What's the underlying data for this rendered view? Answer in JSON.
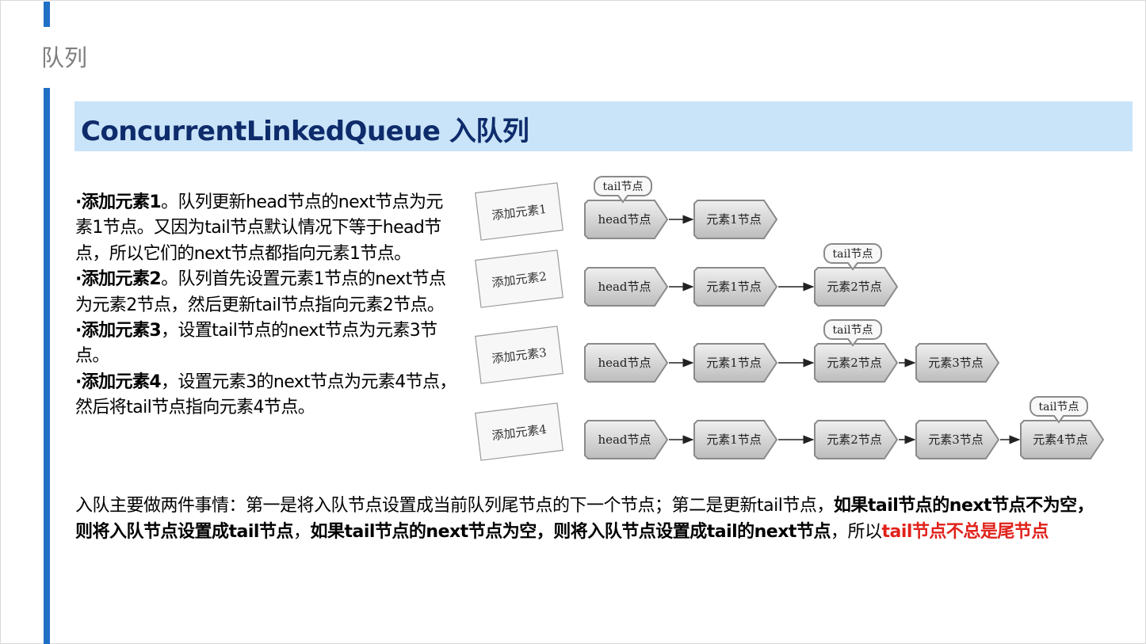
{
  "slide": {
    "section_title": "队列",
    "title": "ConcurrentLinkedQueue 入队列"
  },
  "description": {
    "p1_bold": "·添加元素1",
    "p1_text": "。队列更新head节点的next节点为元素1节点。又因为tail节点默认情况下等于head节点，所以它们的next节点都指向元素1节点。",
    "p2_bold": "·添加元素2",
    "p2_text": "。队列首先设置元素1节点的next节点为元素2节点，然后更新tail节点指向元素2节点。",
    "p3_bold": "·添加元素3",
    "p3_text": "，设置tail节点的next节点为元素3节点。",
    "p4_bold": "·添加元素4",
    "p4_text": "，设置元素3的next节点为元素4节点，然后将tail节点指向元素4节点。"
  },
  "summary": {
    "part1": "入队主要做两件事情：第一是将入队节点设置成当前队列尾节点的下一个节点；第二是更新tail节点，",
    "part2_bold": "如果tail节点的next节点不为空，则将入队节点设置成tail节点",
    "part3": "，",
    "part4_bold": "如果tail节点的next节点为空，则将入队节点设置成tail的next节点",
    "part5": "，所以",
    "part6_red": "tail节点不总是尾节点"
  },
  "diagram": {
    "tail_label": "tail节点",
    "rows": [
      {
        "step": "添加元素1",
        "nodes": [
          "head节点",
          "元素1节点"
        ],
        "tail_index": 0
      },
      {
        "step": "添加元素2",
        "nodes": [
          "head节点",
          "元素1节点",
          "元素2节点"
        ],
        "tail_index": 2
      },
      {
        "step": "添加元素3",
        "nodes": [
          "head节点",
          "元素1节点",
          "元素2节点",
          "元素3节点"
        ],
        "tail_index": 2
      },
      {
        "step": "添加元素4",
        "nodes": [
          "head节点",
          "元素1节点",
          "元素2节点",
          "元素3节点",
          "元素4节点"
        ],
        "tail_index": 4
      }
    ]
  },
  "colors": {
    "accent_bar": "#1f6fc5",
    "title_band": "#c9e3f8",
    "title_text": "#0e2b6b",
    "highlight_red": "#e0221b",
    "node_fill": "#d4d4d4",
    "node_stroke": "#8a8a8a"
  }
}
